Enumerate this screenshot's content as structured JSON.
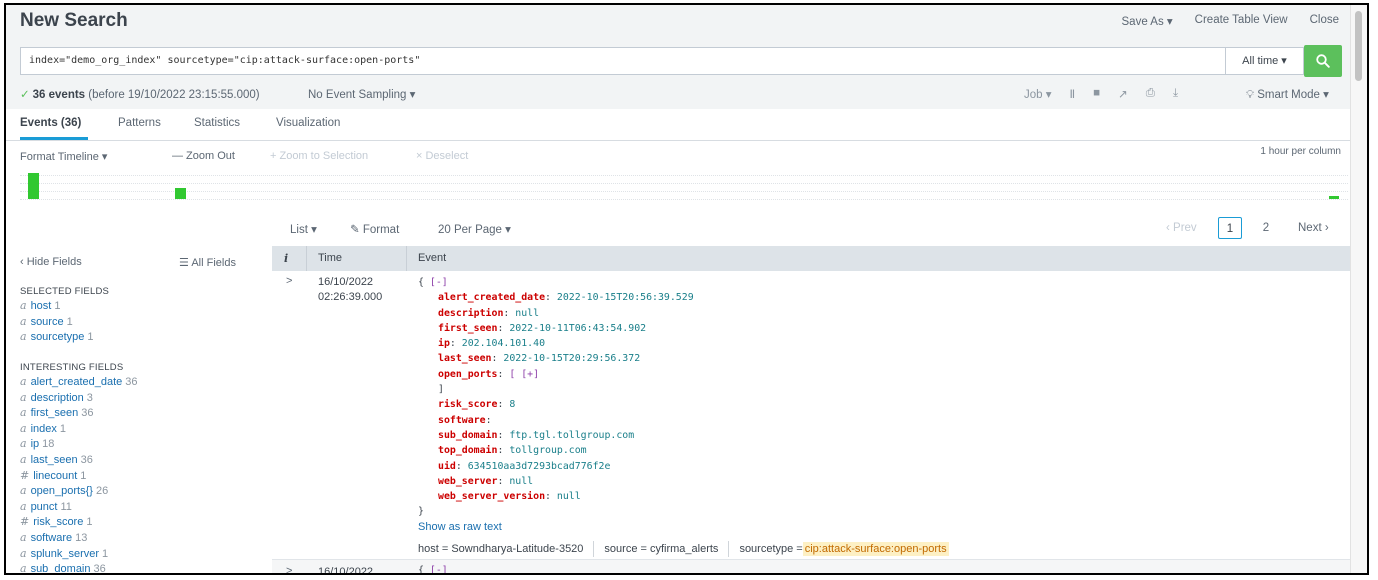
{
  "header": {
    "title": "New Search",
    "actions": [
      "Save As ▾",
      "Create Table View",
      "Close"
    ]
  },
  "search": {
    "query": "index=\"demo_org_index\" sourcetype=\"cip:attack-surface:open-ports\"",
    "time_range": "All time ▾"
  },
  "status": {
    "check": "✓",
    "event_count": "36 events",
    "event_detail": "(before 19/10/2022 23:15:55.000)",
    "sampling": "No Event Sampling ▾",
    "job": "Job ▾",
    "mode": "Smart Mode ▾"
  },
  "tabs": [
    "Events (36)",
    "Patterns",
    "Statistics",
    "Visualization"
  ],
  "timeline_toolbar": {
    "format": "Format Timeline ▾",
    "zoom_out": "— Zoom Out",
    "zoom_selection": "+ Zoom to Selection",
    "deselect": "× Deselect",
    "scale": "1 hour per column"
  },
  "timeline_bars": [
    {
      "position": 0.006,
      "level": 1.0
    },
    {
      "position": 0.118,
      "level": 0.42
    },
    {
      "position": 0.995,
      "level": 0.12
    }
  ],
  "results_toolbar": {
    "list": "List ▾",
    "format": "Format",
    "per_page": "20 Per Page ▾",
    "prev": "‹ Prev",
    "pages": [
      "1",
      "2"
    ],
    "current_page": "1",
    "next": "Next ›"
  },
  "fields_panel": {
    "hide": "‹ Hide Fields",
    "all": "All Fields",
    "selected_title": "SELECTED FIELDS",
    "selected": [
      {
        "type": "a",
        "name": "host",
        "count": "1"
      },
      {
        "type": "a",
        "name": "source",
        "count": "1"
      },
      {
        "type": "a",
        "name": "sourcetype",
        "count": "1"
      }
    ],
    "interesting_title": "INTERESTING FIELDS",
    "interesting": [
      {
        "type": "a",
        "name": "alert_created_date",
        "count": "36"
      },
      {
        "type": "a",
        "name": "description",
        "count": "3"
      },
      {
        "type": "a",
        "name": "first_seen",
        "count": "36"
      },
      {
        "type": "a",
        "name": "index",
        "count": "1"
      },
      {
        "type": "a",
        "name": "ip",
        "count": "18"
      },
      {
        "type": "a",
        "name": "last_seen",
        "count": "36"
      },
      {
        "type": "#",
        "name": "linecount",
        "count": "1"
      },
      {
        "type": "a",
        "name": "open_ports{}",
        "count": "26"
      },
      {
        "type": "a",
        "name": "punct",
        "count": "11"
      },
      {
        "type": "#",
        "name": "risk_score",
        "count": "1"
      },
      {
        "type": "a",
        "name": "software",
        "count": "13"
      },
      {
        "type": "a",
        "name": "splunk_server",
        "count": "1"
      },
      {
        "type": "a",
        "name": "sub_domain",
        "count": "36"
      }
    ]
  },
  "table": {
    "col_info": "i",
    "col_time": "Time",
    "col_event": "Event",
    "rows": [
      {
        "expander": ">",
        "date": "16/10/2022",
        "time": "02:26:39.000",
        "open_brace": "{",
        "collapse": "[-]",
        "fields": [
          {
            "key": "alert_created_date",
            "value": "2022-10-15T20:56:39.529"
          },
          {
            "key": "description",
            "value": "null"
          },
          {
            "key": "first_seen",
            "value": "2022-10-11T06:43:54.902"
          },
          {
            "key": "ip",
            "value": "202.104.101.40"
          },
          {
            "key": "last_seen",
            "value": "2022-10-15T20:29:56.372"
          },
          {
            "key": "open_ports",
            "value": "[ [+]"
          },
          {
            "key": "",
            "value": "]"
          },
          {
            "key": "risk_score",
            "value": "8"
          },
          {
            "key": "software",
            "value": ""
          },
          {
            "key": "sub_domain",
            "value": "ftp.tgl.tollgroup.com"
          },
          {
            "key": "top_domain",
            "value": "tollgroup.com"
          },
          {
            "key": "uid",
            "value": "634510aa3d7293bcad776f2e"
          },
          {
            "key": "web_server",
            "value": "null"
          },
          {
            "key": "web_server_version",
            "value": "null"
          }
        ],
        "close_brace": "}",
        "raw_link": "Show as raw text",
        "meta": {
          "host": "host = Sowndharya-Latitude-3520",
          "source": "source = cyfirma_alerts",
          "sourcetype_label": "sourcetype = ",
          "sourcetype_value": "cip:attack-surface:open-ports"
        }
      },
      {
        "expander": ">",
        "date": "16/10/2022",
        "open_brace": "{",
        "collapse": "[-]"
      }
    ]
  },
  "colors": {
    "accent_green": "#5cc05c",
    "timeline_green": "#31c831",
    "key_red": "#cc0000",
    "link_blue": "#1a6faf",
    "tab_blue": "#1a9cd6"
  }
}
